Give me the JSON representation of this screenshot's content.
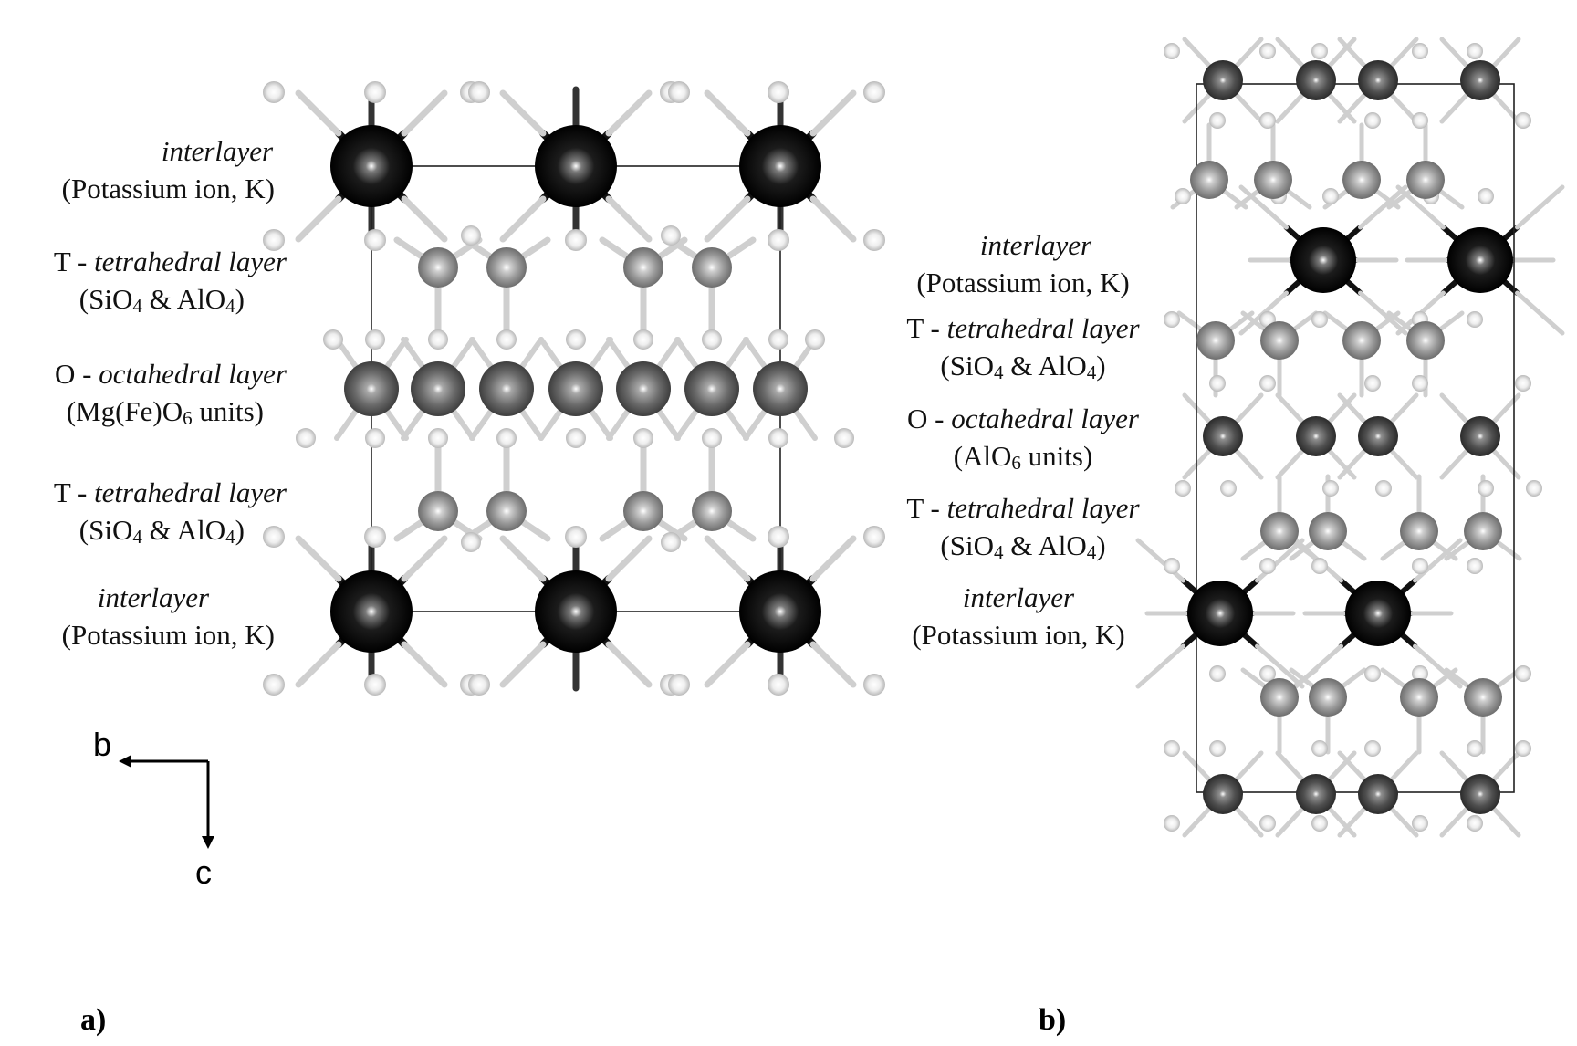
{
  "panel_a": {
    "panel_label": "a)",
    "layers": [
      {
        "prefix": "",
        "name": "interlayer",
        "detail": "(Potassium ion, K)"
      },
      {
        "prefix": "T - ",
        "name": "tetrahedral layer",
        "detail_parts": [
          "(SiO",
          "4",
          " & AlO",
          "4",
          ")"
        ]
      },
      {
        "prefix": "O - ",
        "name": "octahedral layer",
        "detail_parts": [
          "(Mg(Fe)O",
          "6",
          " units)"
        ]
      },
      {
        "prefix": "T - ",
        "name": "tetrahedral layer",
        "detail_parts": [
          "(SiO",
          "4",
          " & AlO",
          "4",
          ")"
        ]
      },
      {
        "prefix": "",
        "name": "interlayer",
        "detail": "(Potassium ion, K)"
      }
    ],
    "axes": {
      "horizontal": "b",
      "vertical": "c"
    }
  },
  "panel_b": {
    "panel_label": "b)",
    "layers": [
      {
        "prefix": "",
        "name": "interlayer",
        "detail": "(Potassium ion, K)"
      },
      {
        "prefix": "T - ",
        "name": "tetrahedral layer",
        "detail_parts": [
          "(SiO",
          "4",
          " & AlO",
          "4",
          ")"
        ]
      },
      {
        "prefix": "O - ",
        "name": "octahedral layer",
        "detail_parts": [
          "(AlO",
          "6",
          " units)"
        ]
      },
      {
        "prefix": "T - ",
        "name": "tetrahedral layer",
        "detail_parts": [
          "(SiO",
          "4",
          " & AlO",
          "4",
          ")"
        ]
      },
      {
        "prefix": "",
        "name": "interlayer",
        "detail": "(Potassium ion, K)"
      }
    ]
  },
  "colors": {
    "potassium": "#111111",
    "tetrahedral": "#9a9a9a",
    "octahedral_a": "#6e6e6e",
    "octahedral_b": "#555555",
    "oxygen": "#eeeeee",
    "bond": "#cfcfcf",
    "cell_edge": "#222222"
  }
}
